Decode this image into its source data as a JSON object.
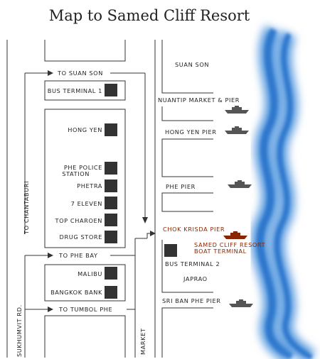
{
  "title": "Map to Samed Cliff Resort",
  "colors": {
    "sea": "#4a8fd6",
    "highlight": "#8b2500",
    "road": "#333333",
    "building": "#333333"
  },
  "roads": {
    "to_suan_son": "TO SUAN SON",
    "to_phe_bay": "TO PHE BAY",
    "to_tumbol_phe": "TO TUMBOL PHE",
    "to_chantaburi": "TO CHANTABURI",
    "sukhumvit_rd": "SUKHUMVIT RD.",
    "market": "MARKET"
  },
  "places": {
    "suan_son": "SUAN SON",
    "bus_terminal_1": "BUS TERMINAL 1",
    "hong_yen": "HONG YEN",
    "phe_police_station_1": "PHE POLICE",
    "phe_police_station_2": "STATION",
    "phetra": "PHETRA",
    "seven_eleven": "7 ELEVEN",
    "top_charoen": "TOP CHAROEN",
    "drug_store": "DRUG STORE",
    "malibu": "MALIBU",
    "bangkok_bank": "BANGKOK BANK",
    "bus_terminal_2": "BUS TERMINAL 2",
    "japrao": "JAPRAO"
  },
  "piers": {
    "nuantip": "NUANTIP MARKET & PIER",
    "hong_yen_pier": "HONG YEN PIER",
    "phe_pier": "PHE PIER",
    "chok_krisda": "CHOK KRISDA PIER",
    "samed_cliff_1": "SAMED CLIFF RESORT",
    "samed_cliff_2": "BOAT TERMINAL",
    "sri_ban_phe": "SRI BAN PHE PIER"
  },
  "icons": [
    "boat-icon",
    "building-marker"
  ]
}
